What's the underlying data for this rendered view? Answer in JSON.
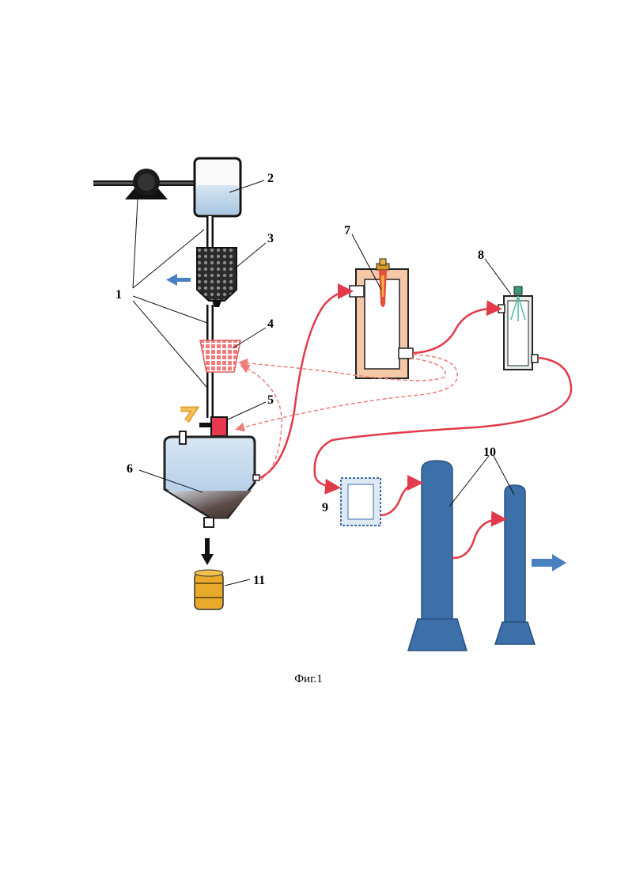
{
  "labels": {
    "l1": "1",
    "l2": "2",
    "l3": "3",
    "l4": "4",
    "l5": "5",
    "l6": "6",
    "l7": "7",
    "l8": "8",
    "l9": "9",
    "l10": "10",
    "l11": "11"
  },
  "caption": "Фиг.1",
  "colors": {
    "pipe": "#111111",
    "hot_flow": "#e23a4a",
    "return_flow": "#ef7d7d",
    "blue_equipment": "#3d6fa8",
    "liquid": "#b8d4ec",
    "furnace_wall": "#f5c9a8",
    "drum": "#e9a92a",
    "heater": "#e8384f",
    "filter_grid": "#f07a7a",
    "arrow_blue": "#4a7fc0",
    "burner": "#d89a2a"
  }
}
